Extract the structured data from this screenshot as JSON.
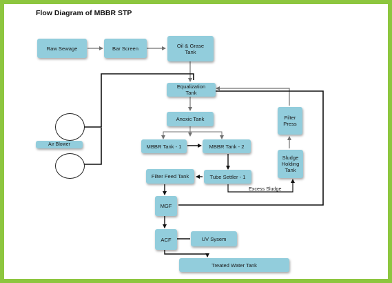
{
  "diagram": {
    "title": "Flow Diagram of MBBR STP",
    "accent_frame_color": "#8dc63f",
    "box_color": "#92cddc",
    "nodes": {
      "raw_sewage": "Raw Sewage",
      "bar_screen": "Bar Screen",
      "oil_grease_tank": "Oil & Grase Tank",
      "equalization_tank": "Equalization Tank",
      "anoxic_tank": "Anoxic Tank",
      "air_blower": "Air Blower",
      "mbbr_tank_1": "MBBR Tank - 1",
      "mbbr_tank_2": "MBBR Tank - 2",
      "filter_feed_tank": "Filter Feed Tank",
      "tube_settler_1": "Tube Settler - 1",
      "mgf": "MGF",
      "acf": "ACF",
      "uv_system": "UV Sysem",
      "treated_water_tank": "Treated Water Tank",
      "filter_press": "Filter Press",
      "sludge_holding_tank": "Sludge Holding Tank"
    },
    "edge_labels": {
      "excess_sludge": "Excess Sludge"
    }
  }
}
